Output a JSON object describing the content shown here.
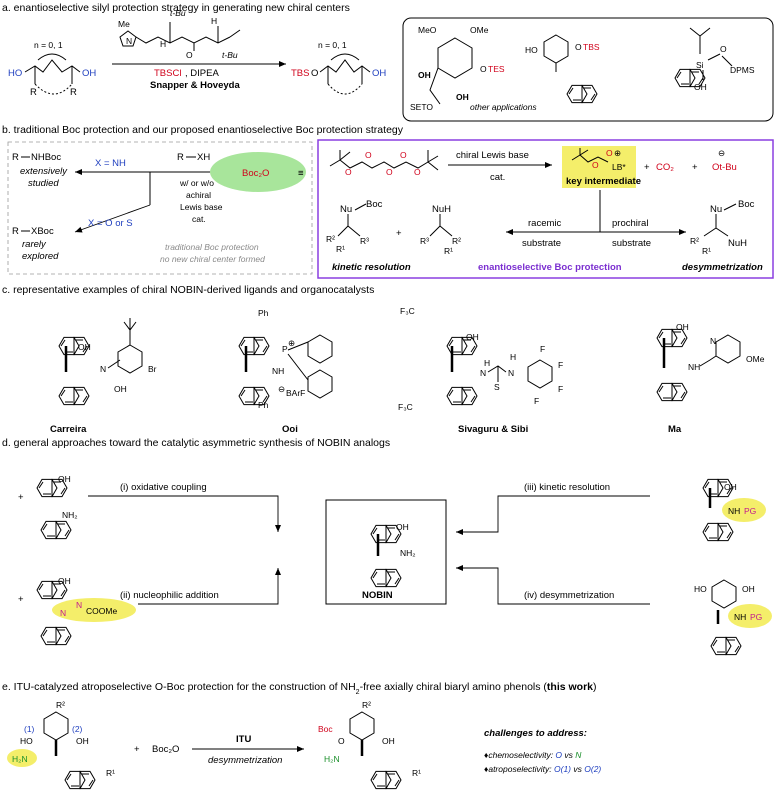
{
  "colors": {
    "red": "#d0021b",
    "blue": "#1f3fbf",
    "green": "#1a8f2a",
    "purple": "#7b2fd0",
    "magenta": "#c2188f",
    "gray": "#8a8a8a",
    "highlight_yellow": "#f4ee6a",
    "ellipse_green": "#a8e59b",
    "box_purple": "#8a3fe0"
  },
  "sectionA": {
    "header": "a. enantioselective silyl protection strategy in generating new chiral centers",
    "n_label": "n = 0, 1",
    "catalyst_tbu1": "t-Bu",
    "catalyst_tbu2": "t-Bu",
    "catalyst_me": "Me",
    "catalyst_n": "N",
    "catalyst_h1": "H",
    "catalyst_h2": "H",
    "catalyst_o": "O",
    "reagent_tbscl": "TBSCl",
    "reagent_dipea": ", DIPEA",
    "authors": "Snapper & Hoveyda",
    "ho": "HO",
    "oh": "OH",
    "r": "R",
    "tbs": "TBS",
    "o": "O",
    "other_apps": "other applications",
    "meo": "MeO",
    "ome": "OMe",
    "tes": "TES",
    "seto": "SETO",
    "dpms": "DPMS",
    "si": "Si"
  },
  "sectionB": {
    "header": "b. traditional Boc protection and our proposed enantioselective Boc protection strategy",
    "nhboc": "NHBoc",
    "x_nh": "X = NH",
    "extensively": "extensively",
    "studied": "studied",
    "rxh_r": "R",
    "rxh_x": "XH",
    "conditions1": "w/ or w/o",
    "conditions2": "achiral",
    "conditions3": "Lewis base",
    "conditions4": "cat.",
    "boc2o": "Boc₂O",
    "xboc": "XBoc",
    "x_o_s": "X = O or S",
    "rarely": "rarely",
    "explored": "explored",
    "trad1": "traditional Boc protection",
    "trad2": "no new chiral center formed",
    "chiral_lb": "chiral Lewis base",
    "cat": "cat.",
    "lb": "LB*",
    "key_int": "key intermediate",
    "co2": "CO₂",
    "otbu": "Ot-Bu",
    "plus": "+",
    "nu": "Nu",
    "boc": "Boc",
    "nuh": "NuH",
    "kinetic": "kinetic resolution",
    "enantio": "enantioselective Boc protection",
    "desym": "desymmetrization",
    "racemic": "racemic",
    "substrate": "substrate",
    "prochiral": "prochiral"
  },
  "sectionC": {
    "header": "c. representative examples of chiral NOBIN-derived ligands and organocatalysts",
    "names": [
      "Carreira",
      "Ooi",
      "Sivaguru & Sibi",
      "Ma"
    ],
    "oh": "OH",
    "n": "N",
    "br": "Br",
    "ph": "Ph",
    "p": "P",
    "barf": "BArF",
    "cf3": "F₃C",
    "s": "S",
    "f": "F",
    "ome": "OMe",
    "nh": "NH",
    "h": "H"
  },
  "sectionD": {
    "header": "d. general approaches toward the catalytic asymmetric synthesis of NOBIN analogs",
    "route1": "(i) oxidative coupling",
    "route2": "(ii) nucleophilic addition",
    "route3": "(iii) kinetic resolution",
    "route4": "(iv) desymmetrization",
    "nobin": "NOBIN",
    "oh": "OH",
    "nh2": "NH₂",
    "plus": "+",
    "n": "N",
    "coome": "COOMe",
    "nhpg_nh": "NH",
    "nhpg_pg": "PG",
    "ho": "HO"
  },
  "sectionE": {
    "header_pre": "e. ITU-catalyzed atroposelective O-Boc protection for the construction of NH",
    "header_sub": "2",
    "header_post": "-free axially chiral biaryl amino phenols (",
    "header_bold": "this work",
    "header_end": ")",
    "r2": "R²",
    "r1": "R¹",
    "one": "(1)",
    "two": "(2)",
    "ho": "HO",
    "oh": "OH",
    "h2n": "H₂N",
    "boc2o": "Boc₂O",
    "plus": "+",
    "itu": "ITU",
    "desym": "desymmetrization",
    "boc": "Boc",
    "o": "O",
    "challenges": "challenges to address:",
    "chemo_label": "♦chemoselectivity: ",
    "chemo_o": "O",
    "chemo_vs": " vs ",
    "chemo_n": "N",
    "atropo_label": "♦atroposelectivity: ",
    "atropo_o1": "O(1)",
    "atropo_vs": " vs ",
    "atropo_o2": "O(2)"
  }
}
